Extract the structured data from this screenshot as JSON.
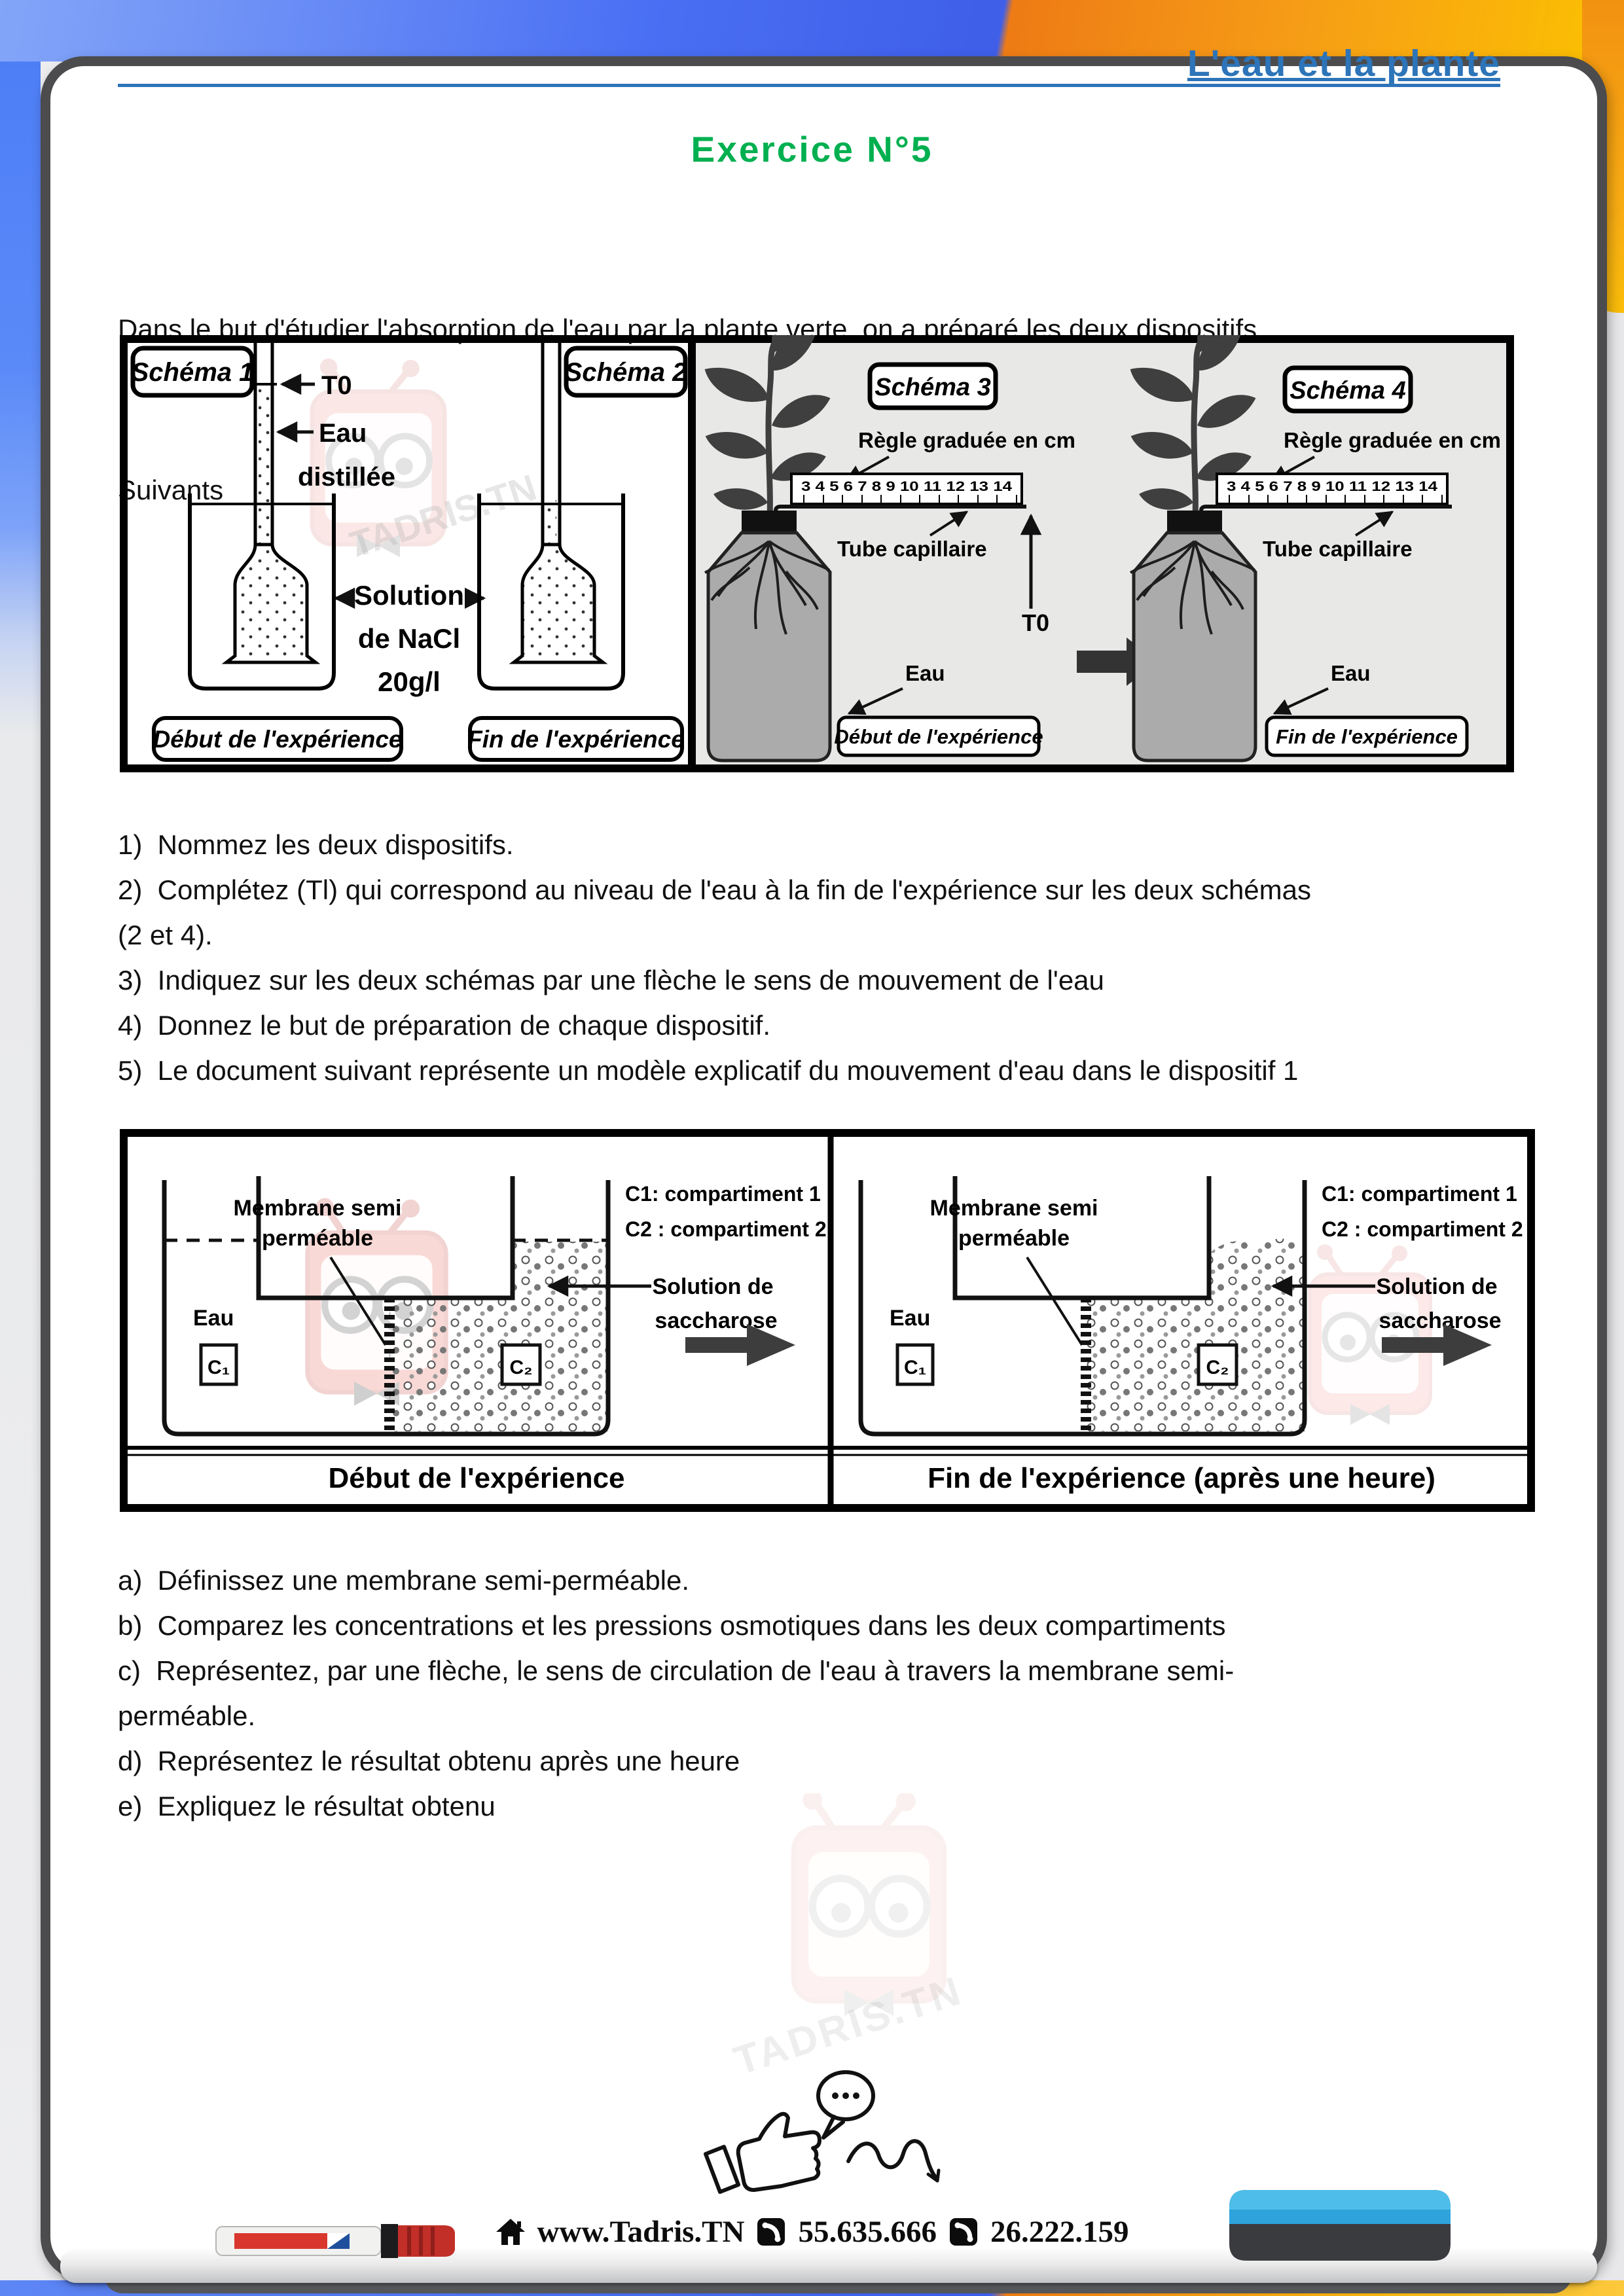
{
  "header": {
    "title": "L'eau et la plante"
  },
  "exercise": {
    "title": "Exercice N°5"
  },
  "intro": {
    "line1": "Dans le but d'étudier l'absorption de l'eau par la plante verte, on a préparé les deux dispositifs",
    "line2": "Suivants"
  },
  "fig1": {
    "schema1": "Schéma 1",
    "schema2": "Schéma 2",
    "schema3": "Schéma 3",
    "schema4": "Schéma 4",
    "t0": "T0",
    "eau": "Eau",
    "distillee": "distillée",
    "solution_l1": "Solution",
    "solution_l2": "de NaCl",
    "solution_l3": "20g/l",
    "regle": "Règle graduée en cm",
    "tube_capillaire": "Tube capillaire",
    "eau_bottle": "Eau",
    "ruler_numbers": "3 4 5 6 7 8 9 10 11 12 13 14",
    "caption_debut": "Début de l'expérience",
    "caption_fin": "Fin de l'expérience"
  },
  "questions_numbered": {
    "l1": "1)  Nommez les deux dispositifs.",
    "l2": "2)  Complétez (Tl) qui correspond au niveau de l'eau à la fin de l'expérience sur les deux schémas",
    "l2b": "(2 et 4).",
    "l3": "3)  Indiquez sur les deux schémas par une flèche le sens de mouvement de l'eau",
    "l4": "4)  Donnez le but de préparation de chaque dispositif.",
    "l5": "5)  Le document suivant représente un modèle explicatif du mouvement d'eau dans le dispositif 1"
  },
  "fig2": {
    "membrane_l1": "Membrane semi",
    "membrane_l2": "perméable",
    "legend_c1": "C1: compartiment 1",
    "legend_c2": "C2 : compartiment 2",
    "solution_l1": "Solution de",
    "solution_l2": "saccharose",
    "eau": "Eau",
    "c1": "C₁",
    "c2": "C₂",
    "caption_debut": "Début de l'expérience",
    "caption_fin": "Fin de l'expérience (après une heure)"
  },
  "questions_letters": {
    "a": "a)  Définissez une membrane semi-perméable.",
    "b": "b)  Comparez les concentrations et les pressions osmotiques dans les deux compartiments",
    "c": "c)  Représentez, par une flèche, le sens de circulation de l'eau à travers la membrane semi-",
    "c2": "perméable.",
    "d": "d)  Représentez le résultat obtenu après une heure",
    "e": "e)  Expliquez le résultat obtenu"
  },
  "watermark": {
    "text": "TADRIS.TN"
  },
  "footer": {
    "website": "www.Tadris.TN",
    "phone1": "55.635.666",
    "phone2": "26.222.159"
  },
  "colors": {
    "header_blue": "#2d74b8",
    "title_green": "#00b050",
    "band_blue": "#4a6ff3",
    "band_orange": "#f6a31a",
    "board_border": "#4c4c4e"
  }
}
